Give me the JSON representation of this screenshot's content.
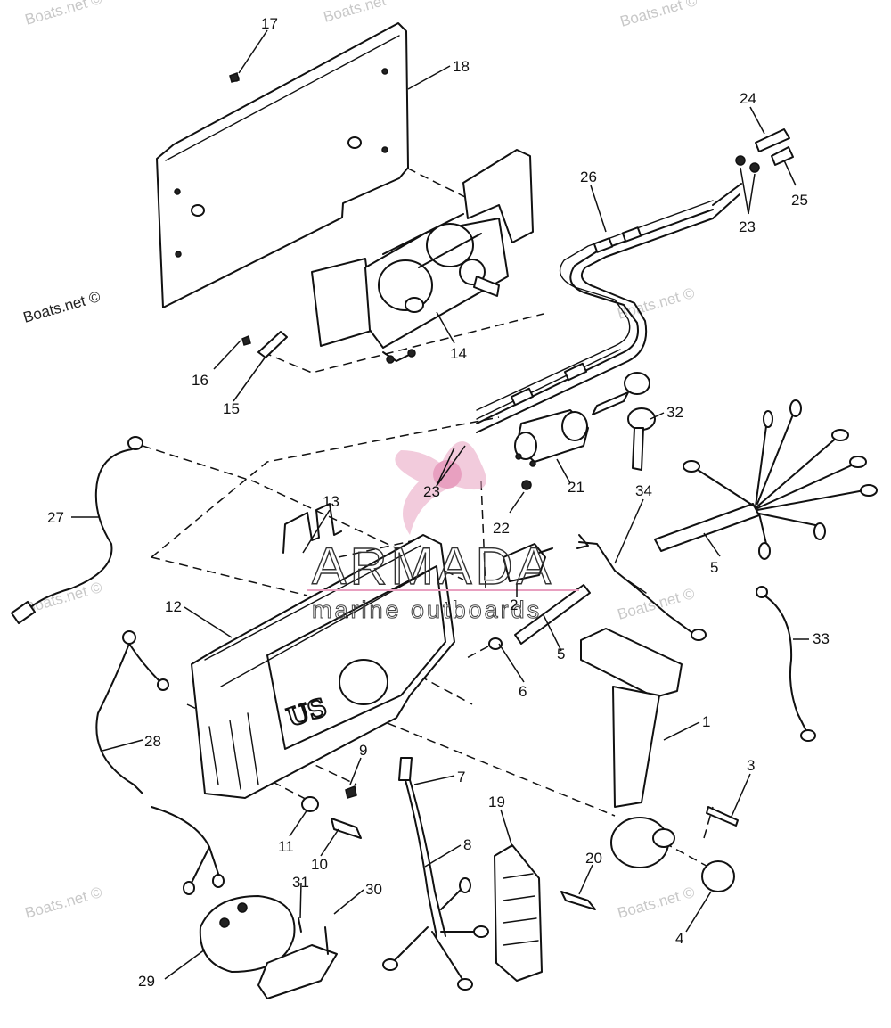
{
  "copyright_label": "Boats.net ©",
  "watermarks": [
    "Boats.net ©",
    "Boats.net",
    "Boats.net ©",
    "Boats.net ©",
    "Boats.net ©",
    "Boats.net ©",
    "Boats.net ©",
    "Boats.net ©"
  ],
  "logo": {
    "name": "ARMADA",
    "tagline": "marine outboards",
    "accent": "#e8a0c0"
  },
  "box_badge": "US",
  "callouts": [
    "17",
    "18",
    "24",
    "26",
    "25",
    "23",
    "16",
    "15",
    "14",
    "32",
    "27",
    "23",
    "21",
    "13",
    "22",
    "34",
    "5",
    "12",
    "2",
    "5",
    "33",
    "6",
    "1",
    "28",
    "9",
    "7",
    "3",
    "11",
    "10",
    "19",
    "20",
    "8",
    "31",
    "30",
    "4",
    "29"
  ]
}
